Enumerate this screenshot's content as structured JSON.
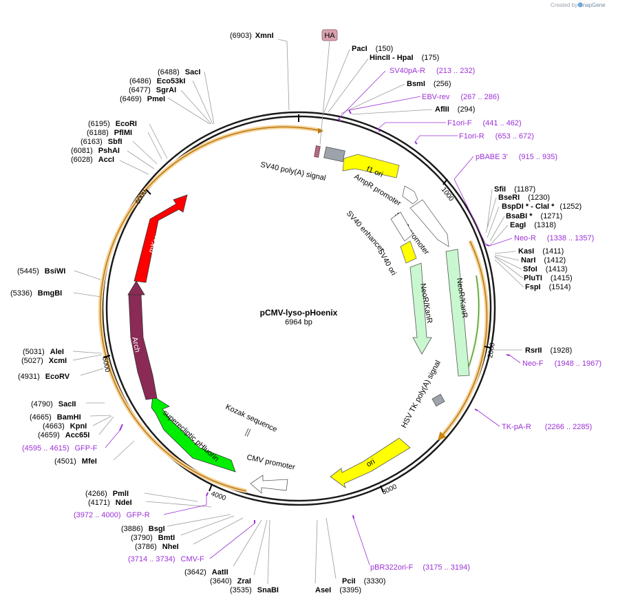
{
  "credit": {
    "created_by": "Created by",
    "app": "SnapGene"
  },
  "plasmid": {
    "name": "pCMV-lyso-pHoenix",
    "length_label": "6964 bp",
    "length": 6964
  },
  "tick_labels": [
    "1000",
    "2000",
    "3000",
    "4000",
    "5000",
    "6000"
  ],
  "restriction_sites": [
    {
      "pos": "(6903)",
      "name": "XmnI"
    },
    {
      "pos": "(150)",
      "name": "PacI"
    },
    {
      "pos": "(175)",
      "name": "HincII  - HpaI"
    },
    {
      "pos": "(256)",
      "name": "BsmI"
    },
    {
      "pos": "(294)",
      "name": "AflII"
    },
    {
      "pos": "(1187)",
      "name": "SfiI"
    },
    {
      "pos": "(1230)",
      "name": "BseRI"
    },
    {
      "pos": "(1252)",
      "name": "BspDI * - ClaI *"
    },
    {
      "pos": "(1271)",
      "name": "BsaBI *"
    },
    {
      "pos": "(1318)",
      "name": "EagI"
    },
    {
      "pos": "(1411)",
      "name": "KasI"
    },
    {
      "pos": "(1412)",
      "name": "NarI"
    },
    {
      "pos": "(1413)",
      "name": "SfoI"
    },
    {
      "pos": "(1415)",
      "name": "PluTI"
    },
    {
      "pos": "(1514)",
      "name": "FspI"
    },
    {
      "pos": "(1928)",
      "name": "RsrII"
    },
    {
      "pos": "(3330)",
      "name": "PciI"
    },
    {
      "pos": "(3395)",
      "name": "AseI"
    },
    {
      "pos": "(3535)",
      "name": "SnaBI"
    },
    {
      "pos": "(3640)",
      "name": "ZraI"
    },
    {
      "pos": "(3642)",
      "name": "AatII"
    },
    {
      "pos": "(3786)",
      "name": "NheI"
    },
    {
      "pos": "(3790)",
      "name": "BmtI"
    },
    {
      "pos": "(3886)",
      "name": "BsgI"
    },
    {
      "pos": "(4171)",
      "name": "NdeI"
    },
    {
      "pos": "(4266)",
      "name": "PmlI"
    },
    {
      "pos": "(4501)",
      "name": "MfeI"
    },
    {
      "pos": "(4659)",
      "name": "Acc65I"
    },
    {
      "pos": "(4663)",
      "name": "KpnI"
    },
    {
      "pos": "(4665)",
      "name": "BamHI"
    },
    {
      "pos": "(4790)",
      "name": "SacII"
    },
    {
      "pos": "(4931)",
      "name": "EcoRV"
    },
    {
      "pos": "(5027)",
      "name": "XcmI"
    },
    {
      "pos": "(5031)",
      "name": "AleI"
    },
    {
      "pos": "(5336)",
      "name": "BmgBI"
    },
    {
      "pos": "(5445)",
      "name": "BsiWI"
    },
    {
      "pos": "(6028)",
      "name": "AccI"
    },
    {
      "pos": "(6081)",
      "name": "PshAI"
    },
    {
      "pos": "(6163)",
      "name": "SbfI"
    },
    {
      "pos": "(6188)",
      "name": "PflMI"
    },
    {
      "pos": "(6195)",
      "name": "EcoRI"
    },
    {
      "pos": "(6469)",
      "name": "PmeI"
    },
    {
      "pos": "(6477)",
      "name": "SgrAI"
    },
    {
      "pos": "(6486)",
      "name": "Eco53kI"
    },
    {
      "pos": "(6488)",
      "name": "SacI"
    }
  ],
  "primers": [
    {
      "name": "SV40pA-R",
      "range": "(213 .. 232)"
    },
    {
      "name": "EBV-rev",
      "range": "(267 .. 286)"
    },
    {
      "name": "F1ori-F",
      "range": "(441 .. 462)"
    },
    {
      "name": "F1ori-R",
      "range": "(653 .. 672)"
    },
    {
      "name": "pBABE 3'",
      "range": "(915 .. 935)"
    },
    {
      "name": "Neo-R",
      "range": "(1338 .. 1357)"
    },
    {
      "name": "Neo-F",
      "range": "(1948 .. 1967)"
    },
    {
      "name": "TK-pA-R",
      "range": "(2266 .. 2285)"
    },
    {
      "name": "pBR322ori-F",
      "range": "(3175 .. 3194)"
    },
    {
      "name": "CMV-F",
      "range": "(3714 .. 3734)"
    },
    {
      "name": "GFP-R",
      "range": "(3972 .. 4000)"
    },
    {
      "name": "GFP-F",
      "range": "(4595 .. 4615)"
    }
  ],
  "features": [
    {
      "name": "HA",
      "color": "#d9a1b0"
    },
    {
      "name": "SV40 poly(A) signal",
      "color": "#9ca3aa"
    },
    {
      "name": "f1 ori",
      "color": "#ffff00"
    },
    {
      "name": "AmpR promoter",
      "color": "#ffffff"
    },
    {
      "name": "SV40 promoter",
      "color": "#ffffff"
    },
    {
      "name": "SV40 enhancer",
      "color": "#ffffff"
    },
    {
      "name": "SV40 ori",
      "color": "#ffff00"
    },
    {
      "name": "NeoR/KanR",
      "color": "#c8f7d0"
    },
    {
      "name": "NeoR/KanR",
      "color": "#c8f7d0"
    },
    {
      "name": "HSV TK poly(A) signal",
      "color": "#9ca3aa"
    },
    {
      "name": "ori",
      "color": "#ffff00"
    },
    {
      "name": "CMV promoter",
      "color": "#ffffff"
    },
    {
      "name": "Kozak sequence",
      "color": "#ffffff"
    },
    {
      "name": "superecliptic pHluorin",
      "color": "#00ee00"
    },
    {
      "name": "Arch",
      "color": "#8b2a55"
    },
    {
      "name": "mKate2",
      "color": "#ff0000"
    }
  ]
}
